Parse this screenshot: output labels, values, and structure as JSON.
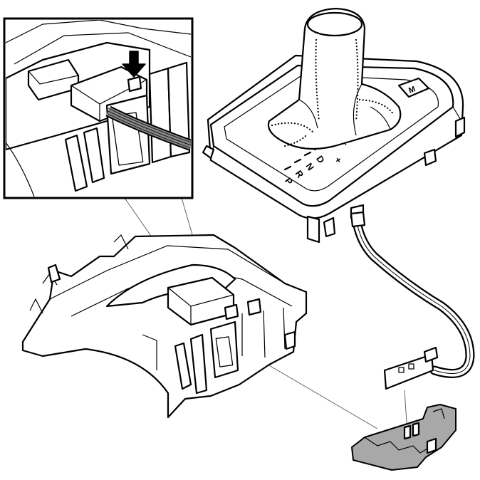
{
  "figure": {
    "gear_indicator": {
      "positions": [
        "P",
        "R",
        "N",
        "D"
      ],
      "manual_plus": "+",
      "manual_minus": "–"
    },
    "mode_button": {
      "symbol": "M"
    },
    "icons": {
      "insertion_arrow": "down-arrow-icon"
    },
    "colors": {
      "linework": "#000000",
      "connector_highlight": "#a8a8a8",
      "background": "#ffffff"
    }
  }
}
